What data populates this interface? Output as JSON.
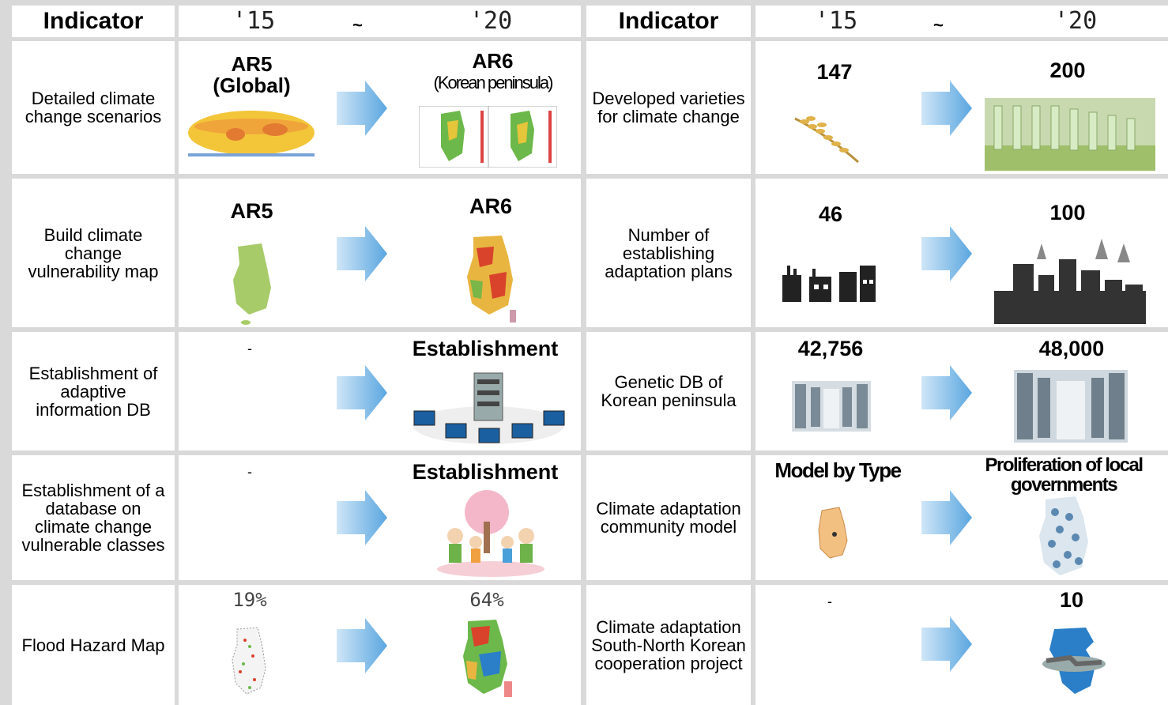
{
  "header": {
    "indicator_label": "Indicator",
    "year_start": "'15",
    "separator": "~",
    "year_end": "'20"
  },
  "left_rows": [
    {
      "indicator": "Detailed climate change scenarios",
      "from_value": "AR5",
      "from_sub": "(Global)",
      "to_value": "AR6",
      "to_sub": "(Korean peninsula)"
    },
    {
      "indicator": "Build climate change vulnerability map",
      "from_value": "AR5",
      "to_value": "AR6"
    },
    {
      "indicator": "Establishment of adaptive information DB",
      "from_value": "-",
      "to_value": "Establishment"
    },
    {
      "indicator": "Establishment of a database on climate change vulnerable classes",
      "from_value": "-",
      "to_value": "Establishment"
    },
    {
      "indicator": "Flood Hazard Map",
      "from_value": "19%",
      "to_value": "64%"
    }
  ],
  "right_rows": [
    {
      "indicator": "Developed varieties for climate change",
      "from_value": "147",
      "to_value": "200"
    },
    {
      "indicator": "Number of establishing adaptation plans",
      "from_value": "46",
      "to_value": "100"
    },
    {
      "indicator": "Genetic DB of Korean peninsula",
      "from_value": "42,756",
      "to_value": "48,000"
    },
    {
      "indicator": "Climate adaptation community model",
      "from_value": "Model by Type",
      "to_value": "Proliferation of local governments"
    },
    {
      "indicator": "Climate adaptation South-North Korean cooperation project",
      "from_value": "-",
      "to_value": "10"
    }
  ],
  "colors": {
    "border": "#d9d9d9",
    "arrow": "#5aa6e0",
    "map_green": "#8fbf4a",
    "map_red": "#d9432b"
  }
}
